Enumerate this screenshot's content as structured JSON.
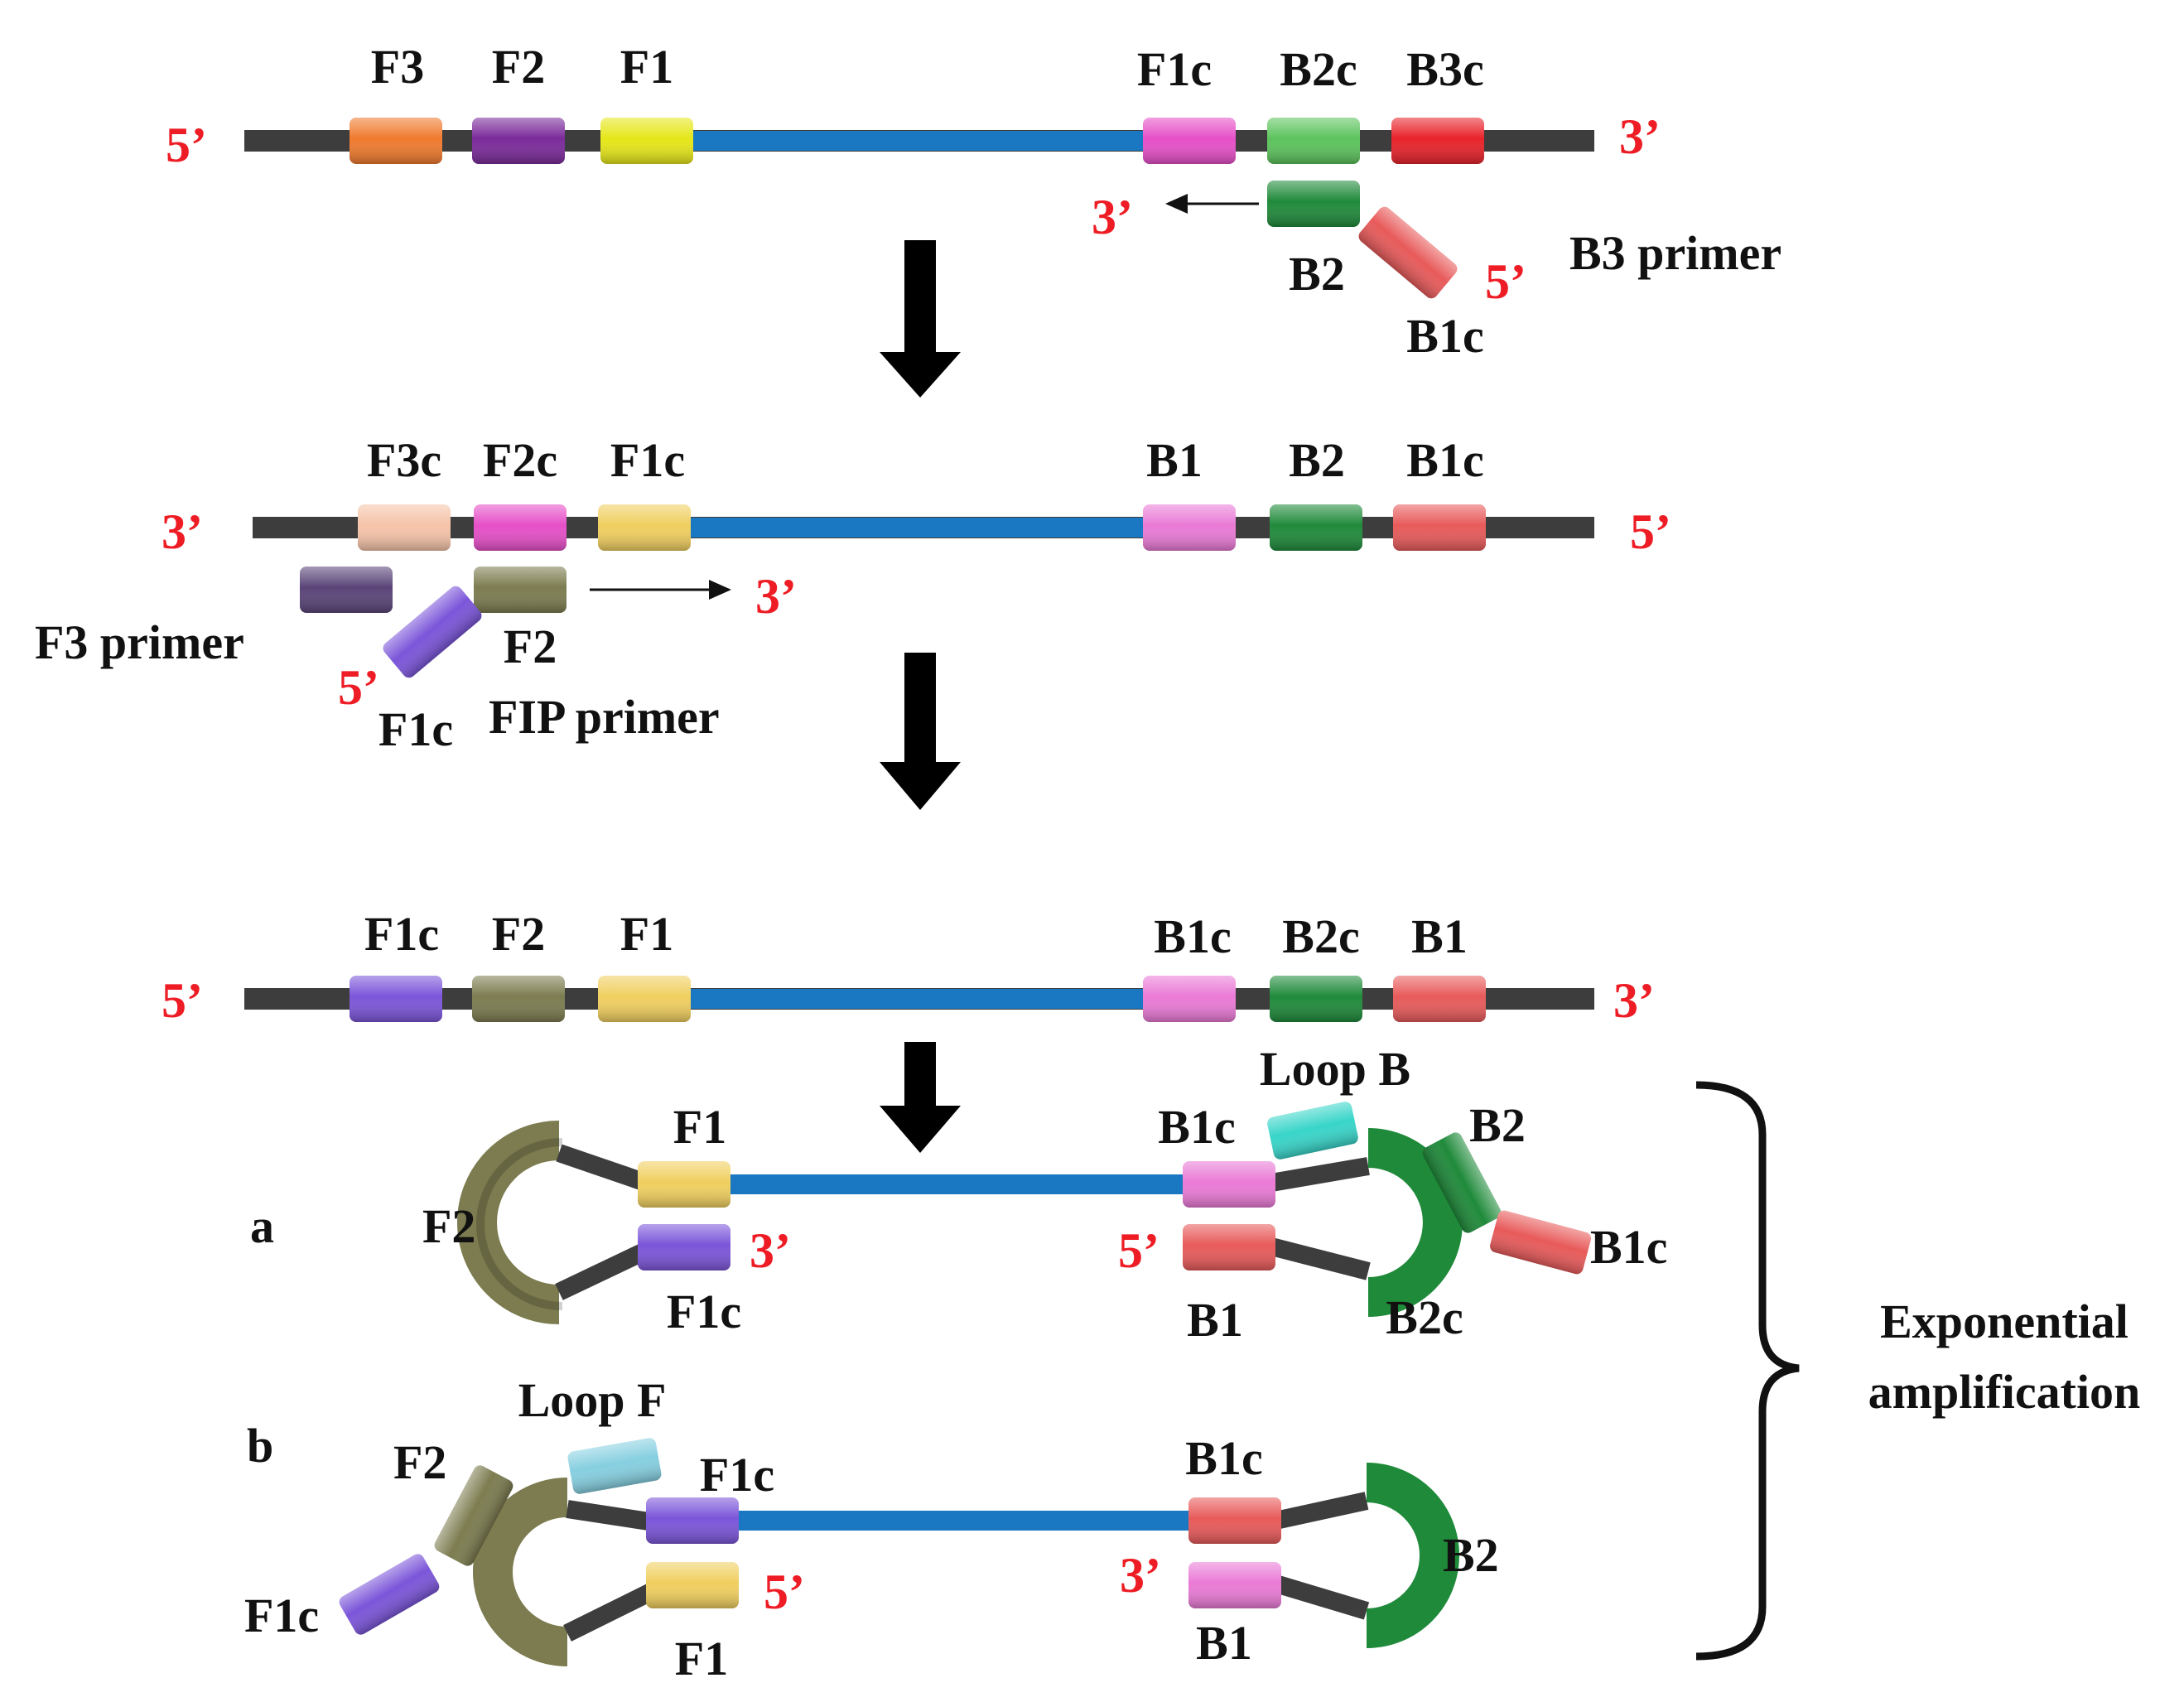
{
  "colors": {
    "backbone": "#3d3d3d",
    "target": "#1a78c2",
    "end_label": "#ee1c24",
    "arrow": "#000000",
    "orange": "#f07a2e",
    "purple": "#7a2a9a",
    "yellow": "#e6e619",
    "magenta": "#e64fc8",
    "light_green": "#5cc35c",
    "red": "#e8222a",
    "dark_green": "#1f8a3a",
    "salmon": "#e85a5a",
    "peach": "#f5c3a8",
    "pale_yellow": "#f0cf5f",
    "pink": "#ea7ad6",
    "dark_purple": "#5a4478",
    "violet": "#7b55d9",
    "olive": "#7c7c50",
    "turquoise": "#38d5c9",
    "sky": "#86cfe0"
  },
  "strand1": {
    "left_end": "5’",
    "right_end": "3’",
    "regions": [
      "F3",
      "F2",
      "F1",
      "F1c",
      "B2c",
      "B3c"
    ],
    "primer": {
      "b2": "B2",
      "b1c": "B1c",
      "end3": "3’",
      "end5": "5’",
      "name": "B3 primer"
    }
  },
  "strand2": {
    "left_end": "3’",
    "right_end": "5’",
    "regions": [
      "F3c",
      "F2c",
      "F1c",
      "B1",
      "B2",
      "B1c"
    ],
    "f3_primer": "F3 primer",
    "fip": {
      "f2": "F2",
      "f1c": "F1c",
      "end5": "5’",
      "end3": "3’",
      "name": "FIP primer"
    }
  },
  "strand3": {
    "left_end": "5’",
    "right_end": "3’",
    "regions": [
      "F1c",
      "F2",
      "F1",
      "B1c",
      "B2c",
      "B1"
    ]
  },
  "dumbbell_a": {
    "tag": "a",
    "f2": "F2",
    "f1": "F1",
    "f1c": "F1c",
    "end3": "3’",
    "b1c": "B1c",
    "b1": "B1",
    "end5": "5’",
    "b2c": "B2c",
    "loop_b": "Loop B",
    "primer_b2": "B2",
    "primer_b1c": "B1c"
  },
  "dumbbell_b": {
    "tag": "b",
    "loop_f": "Loop F",
    "primer_f2": "F2",
    "primer_f1c": "F1c",
    "f1c": "F1c",
    "f1": "F1",
    "end5": "5’",
    "b1c": "B1c",
    "b1": "B1",
    "end3": "3’",
    "b2": "B2"
  },
  "bracket": {
    "line1": "Exponential",
    "line2": "amplification"
  }
}
